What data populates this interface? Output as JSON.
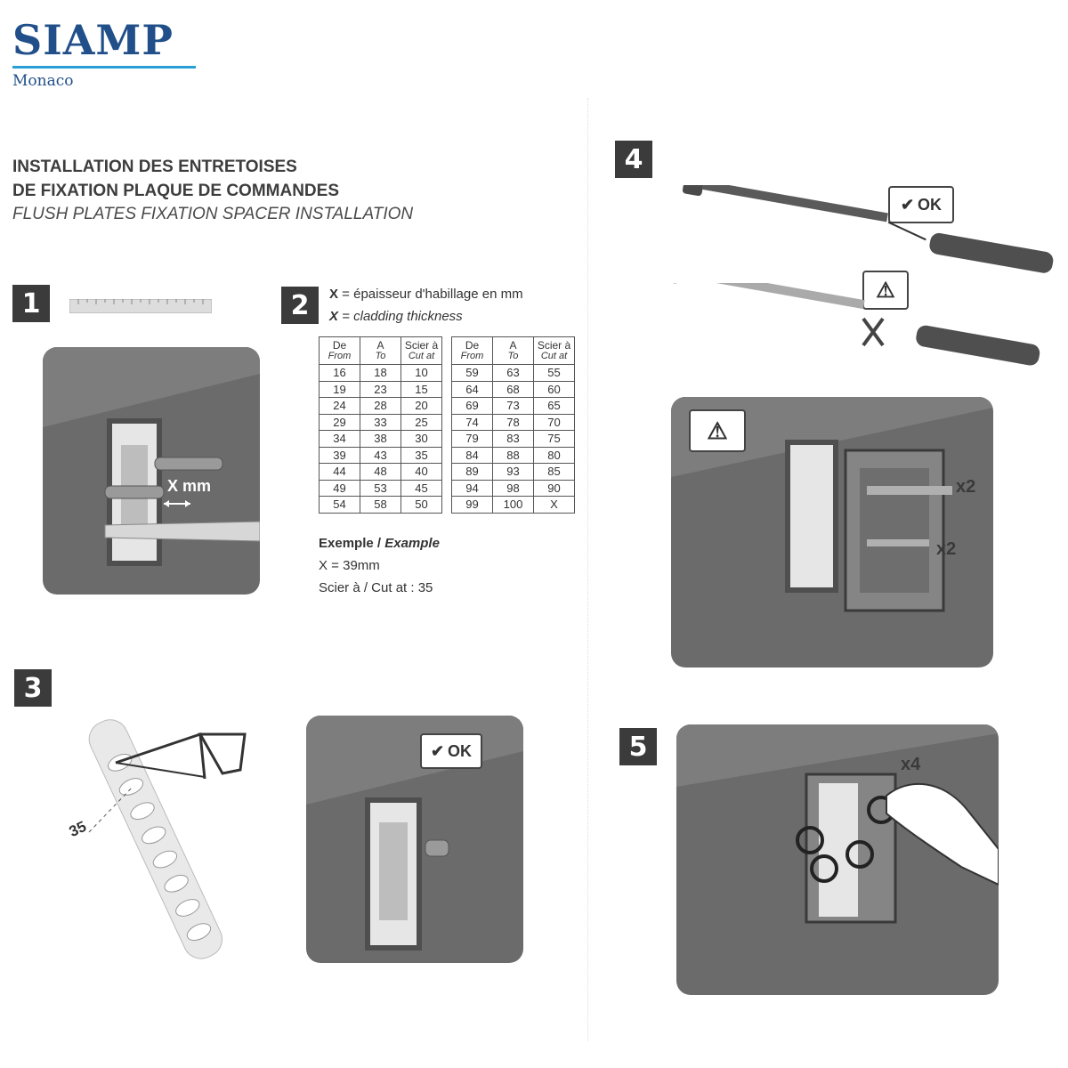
{
  "brand": {
    "name": "SIAMP",
    "sub": "Monaco"
  },
  "title": {
    "fr_line1": "INSTALLATION DES ENTRETOISES",
    "fr_line2": "DE FIXATION PLAQUE DE COMMANDES",
    "en": "FLUSH PLATES FIXATION SPACER INSTALLATION"
  },
  "steps": {
    "s1": "1",
    "s2": "2",
    "s3": "3",
    "s4": "4",
    "s5": "5"
  },
  "step1": {
    "dimension_label": "X mm"
  },
  "step2": {
    "x_symbol": "X",
    "x_def_fr": " = épaisseur d'habillage en mm",
    "x_def_en": " = cladding thickness"
  },
  "cut_table": {
    "headers": [
      {
        "fr": "De",
        "en": "From"
      },
      {
        "fr": "A",
        "en": "To"
      },
      {
        "fr": "Scier à",
        "en": "Cut at"
      }
    ],
    "left": [
      [
        "16",
        "18",
        "10"
      ],
      [
        "19",
        "23",
        "15"
      ],
      [
        "24",
        "28",
        "20"
      ],
      [
        "29",
        "33",
        "25"
      ],
      [
        "34",
        "38",
        "30"
      ],
      [
        "39",
        "43",
        "35"
      ],
      [
        "44",
        "48",
        "40"
      ],
      [
        "49",
        "53",
        "45"
      ],
      [
        "54",
        "58",
        "50"
      ]
    ],
    "right": [
      [
        "59",
        "63",
        "55"
      ],
      [
        "64",
        "68",
        "60"
      ],
      [
        "69",
        "73",
        "65"
      ],
      [
        "74",
        "78",
        "70"
      ],
      [
        "79",
        "83",
        "75"
      ],
      [
        "84",
        "88",
        "80"
      ],
      [
        "89",
        "93",
        "85"
      ],
      [
        "94",
        "98",
        "90"
      ],
      [
        "99",
        "100",
        "X"
      ]
    ]
  },
  "example": {
    "heading_fr": "Exemple",
    "sep": " / ",
    "heading_en": "Example",
    "line1": "X = 39mm",
    "line2": "Scier à / Cut at : 35"
  },
  "step3": {
    "cut_mark": "35",
    "ok_label": "OK"
  },
  "step4": {
    "ok_label": "OK",
    "qty_a": "x2",
    "qty_b": "x2"
  },
  "step5": {
    "qty": "x4"
  }
}
